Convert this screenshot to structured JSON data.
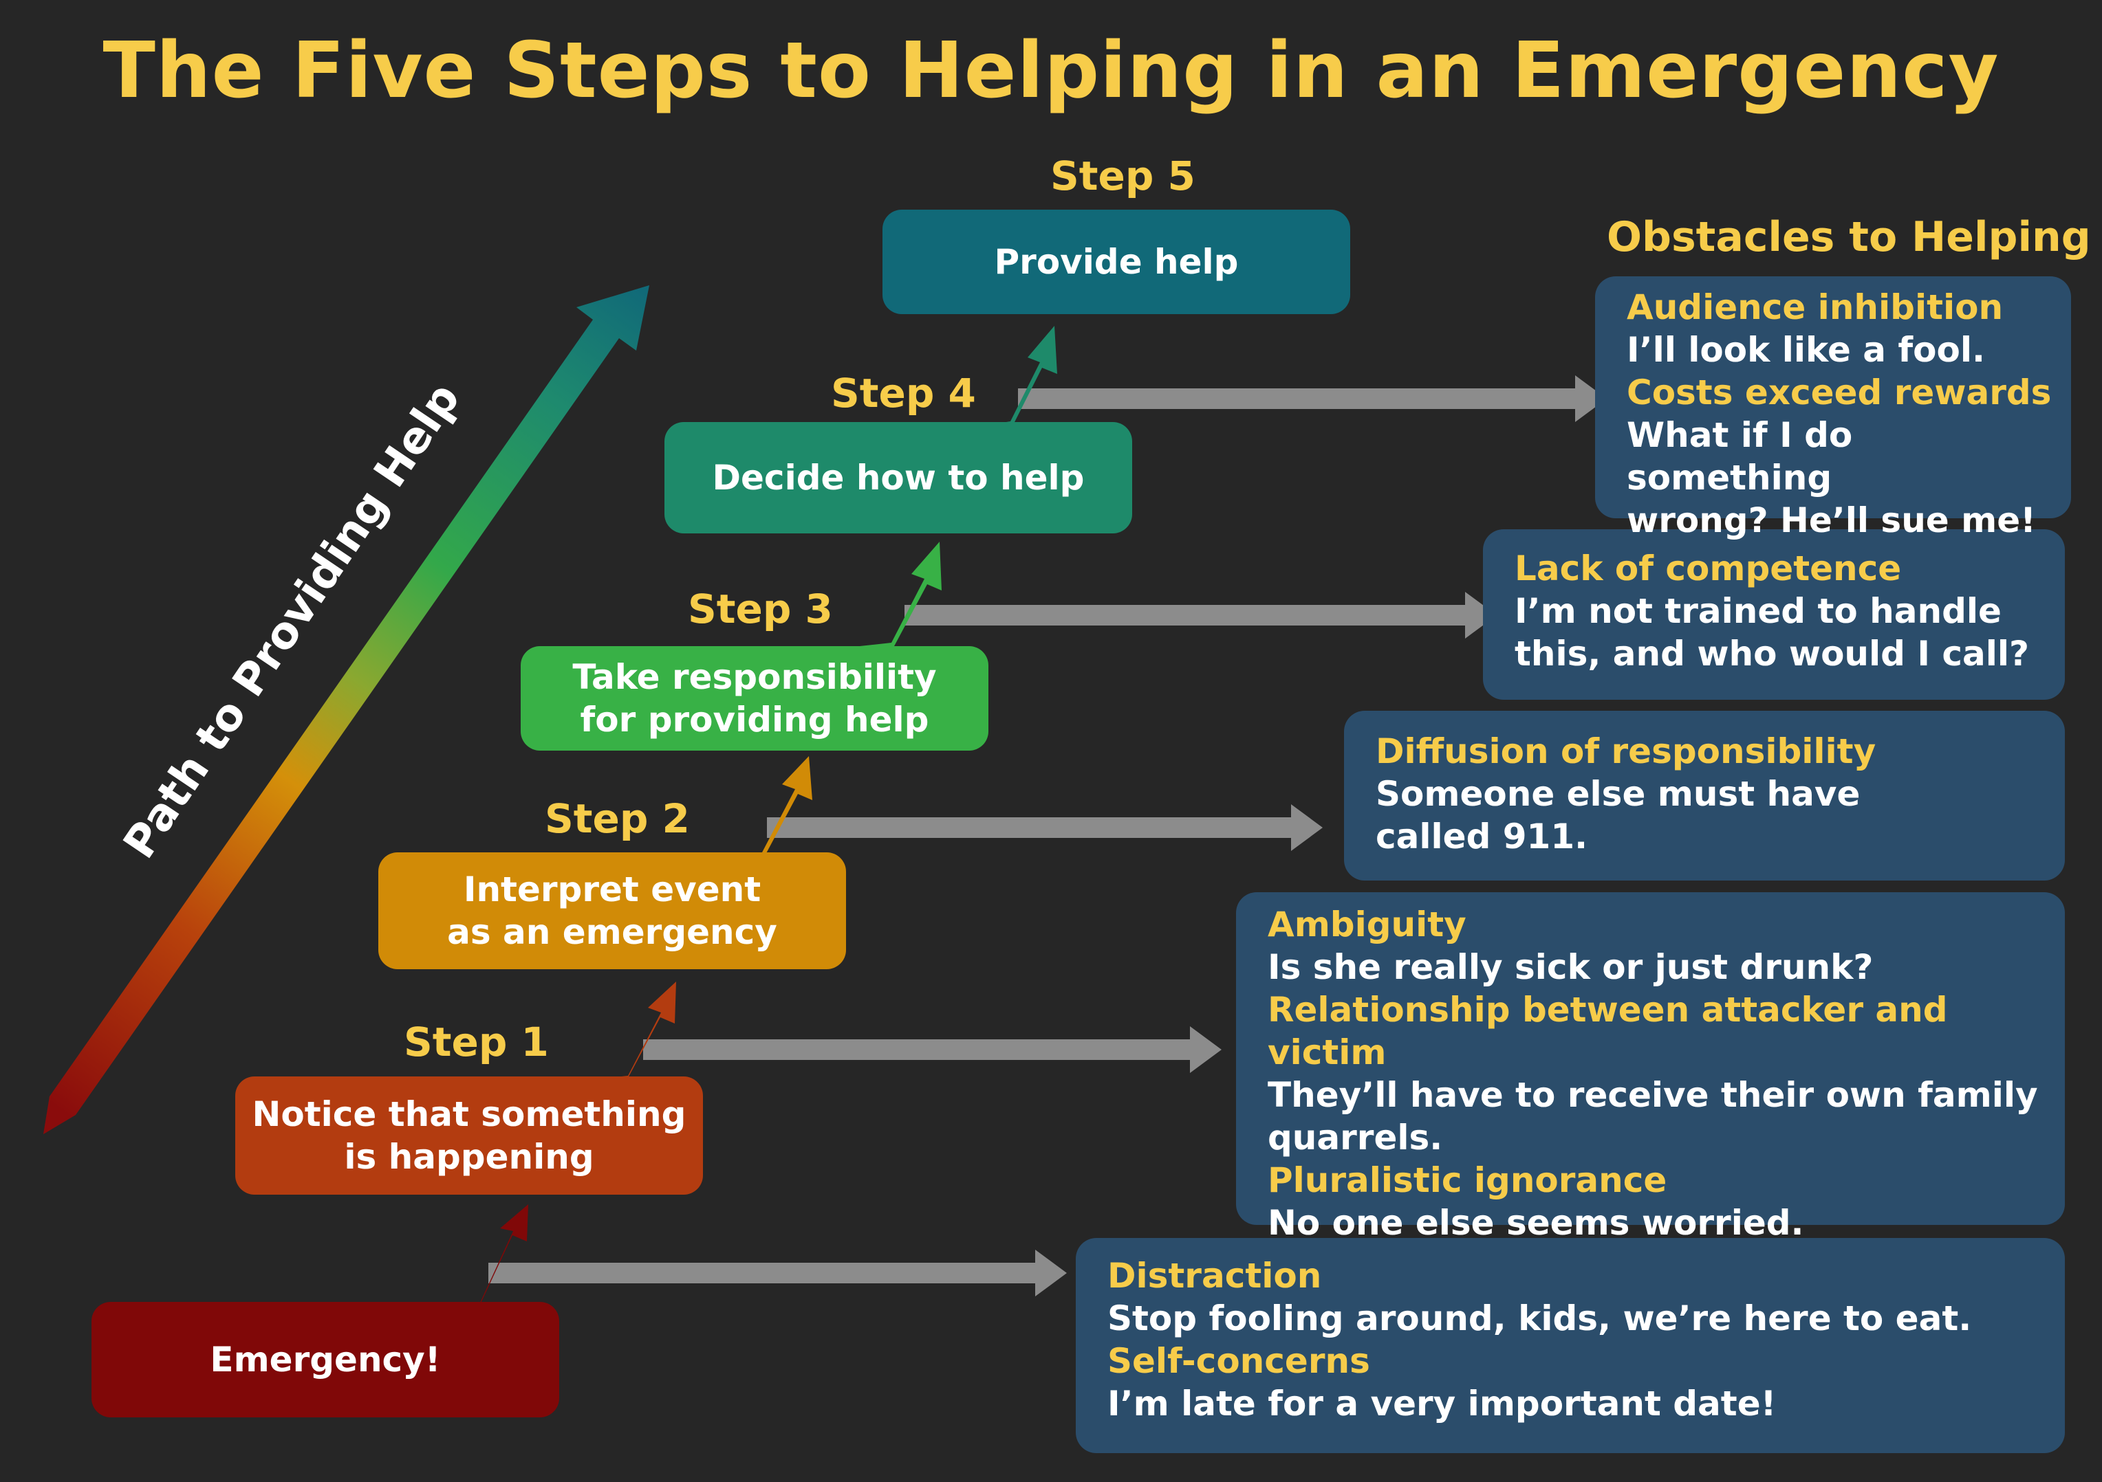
{
  "title": "The Five Steps to Helping in an Emergency",
  "path_label": "Path to Providing Help",
  "obstacles_heading": "Obstacles to Helping",
  "emergency": "Emergency!",
  "steps": [
    {
      "label": "Step 1",
      "text": "Notice that something\nis happening",
      "color": "#b33c10"
    },
    {
      "label": "Step 2",
      "text": "Interpret event\nas an emergency",
      "color": "#d18b07"
    },
    {
      "label": "Step 3",
      "text": "Take responsibility\nfor providing help",
      "color": "#38b146"
    },
    {
      "label": "Step 4",
      "text": "Decide how to help",
      "color": "#1e8a6a"
    },
    {
      "label": "Step 5",
      "text": "Provide help",
      "color": "#116978"
    }
  ],
  "obstacles": [
    {
      "items": [
        {
          "name": "Distraction",
          "quote": "Stop fooling around, kids, we’re here to eat."
        },
        {
          "name": "Self-concerns",
          "quote": "I’m late for a very important date!"
        }
      ]
    },
    {
      "items": [
        {
          "name": "Ambiguity",
          "quote": "Is she really sick or just drunk?"
        },
        {
          "name": "Relationship between attacker and victim",
          "quote": "They’ll have to receive their own family\nquarrels."
        },
        {
          "name": "Pluralistic ignorance",
          "quote": "No one else seems worried."
        }
      ]
    },
    {
      "items": [
        {
          "name": "Diffusion of responsibility",
          "quote": "Someone else must have\ncalled 911."
        }
      ]
    },
    {
      "items": [
        {
          "name": "Lack of competence",
          "quote": "I’m not trained to handle\nthis, and who would I call?"
        }
      ]
    },
    {
      "items": [
        {
          "name": "Audience inhibition",
          "quote": "I’ll look like a fool."
        },
        {
          "name": "Costs exceed rewards",
          "quote": "What if I do something\nwrong? He’ll sue me!"
        }
      ]
    }
  ],
  "colors": {
    "background": "#262626",
    "title": "#f7cc4a",
    "emergency": "#800808",
    "obstacle_box": "#2b4d6b",
    "grey_arrow": "#8c8c8c"
  }
}
